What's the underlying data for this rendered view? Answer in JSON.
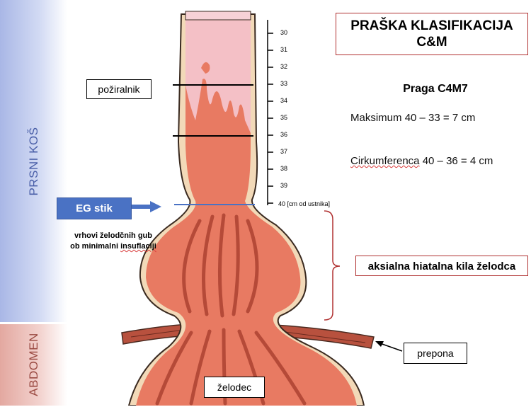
{
  "side": {
    "chest_label": "PRSNI KOŠ",
    "abdomen_label": "ABDOMEN"
  },
  "title": {
    "line1": "PRAŠKA KLASIFIKACIJA",
    "line2": "C&M"
  },
  "praga": "Praga C4M7",
  "measurements": [
    {
      "label": "Maksimum",
      "value": "40 – 33 = 7 cm"
    },
    {
      "label": "Cirkumferenca",
      "value": "40 – 36 = 4 cm"
    }
  ],
  "labels": {
    "esophagus": "požiralnik",
    "eg_junction": "EG stik",
    "note_line1": "vrhovi želodčnih gub",
    "note_line2_prefix": "ob minimalni ",
    "note_line2_word": "insuflaciji",
    "hernia": "aksialna hiatalna kila želodca",
    "diaphragm": "prepona",
    "stomach": "želodec"
  },
  "scale": {
    "ticks": [
      "30",
      "31",
      "32",
      "33",
      "34",
      "35",
      "36",
      "37",
      "38",
      "39"
    ],
    "last_tick": "40 [cm od ustnika]"
  },
  "colors": {
    "mucosa": "#e87a62",
    "barrett_pink": "#f4c0c6",
    "wall": "#f2d9b8",
    "blue": "#4a72c4",
    "red_border": "#b03030"
  }
}
